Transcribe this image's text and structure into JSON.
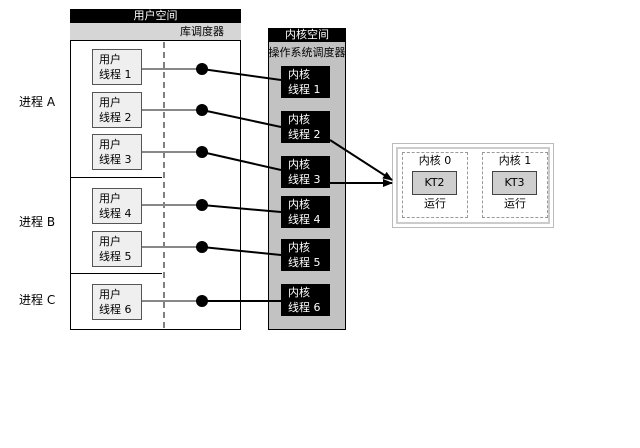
{
  "user_space": {
    "title": "用户空间",
    "lib_scheduler": "库调度器"
  },
  "kernel_space": {
    "title": "内核空间",
    "os_scheduler": "操作系统调度器"
  },
  "processes": [
    {
      "label": "进程 A"
    },
    {
      "label": "进程 B"
    },
    {
      "label": "进程 C"
    }
  ],
  "user_threads": [
    {
      "line1": "用户",
      "line2": "线程 1"
    },
    {
      "line1": "用户",
      "line2": "线程 2"
    },
    {
      "line1": "用户",
      "line2": "线程 3"
    },
    {
      "line1": "用户",
      "line2": "线程 4"
    },
    {
      "line1": "用户",
      "line2": "线程 5"
    },
    {
      "line1": "用户",
      "line2": "线程 6"
    }
  ],
  "kernel_threads": [
    {
      "line1": "内核",
      "line2": "线程 1"
    },
    {
      "line1": "内核",
      "line2": "线程 2"
    },
    {
      "line1": "内核",
      "line2": "线程 3"
    },
    {
      "line1": "内核",
      "line2": "线程 4"
    },
    {
      "line1": "内核",
      "line2": "线程 5"
    },
    {
      "line1": "内核",
      "line2": "线程 6"
    }
  ],
  "cores": [
    {
      "label": "内核 0",
      "running": "KT2",
      "status": "运行"
    },
    {
      "label": "内核 1",
      "running": "KT3",
      "status": "运行"
    }
  ]
}
